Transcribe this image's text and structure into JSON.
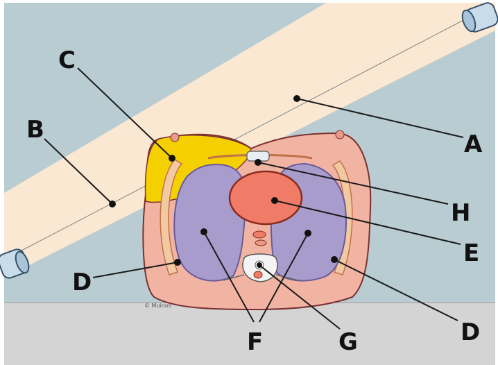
{
  "diagram": {
    "labels": {
      "A": "A",
      "B": "B",
      "C": "C",
      "D_left": "D",
      "D_right": "D",
      "E": "E",
      "F": "F",
      "G": "G",
      "H": "H"
    },
    "credit": "© Muinos",
    "colors": {
      "background": "#b9ccd2",
      "floor": "#d4d4d4",
      "beam": "#fbe8d2",
      "body": "#f2b4a2",
      "breast_highlight": "#f5d000",
      "lung": "#a79ccb",
      "heart": "#f07c68",
      "fat_band": "#f2c9a0",
      "leader": "#1a1a1a",
      "emitter": "#c9dcea"
    }
  }
}
